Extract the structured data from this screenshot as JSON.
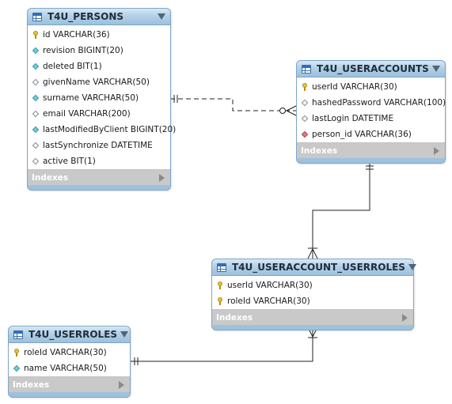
{
  "tables": {
    "persons": {
      "title": "T4U_PERSONS",
      "columns": [
        {
          "icon": "key-icon",
          "text": "id VARCHAR(36)"
        },
        {
          "icon": "cyan-diamond-icon",
          "text": "revision BIGINT(20)"
        },
        {
          "icon": "cyan-diamond-icon",
          "text": "deleted BIT(1)"
        },
        {
          "icon": "white-diamond-icon",
          "text": "givenName VARCHAR(50)"
        },
        {
          "icon": "cyan-diamond-icon",
          "text": "surname VARCHAR(50)"
        },
        {
          "icon": "white-diamond-icon",
          "text": "email VARCHAR(200)"
        },
        {
          "icon": "cyan-diamond-icon",
          "text": "lastModifiedByClient BIGINT(20)"
        },
        {
          "icon": "white-diamond-icon",
          "text": "lastSynchronize DATETIME"
        },
        {
          "icon": "white-diamond-icon",
          "text": "active BIT(1)"
        }
      ],
      "indexes_label": "Indexes"
    },
    "useraccounts": {
      "title": "T4U_USERACCOUNTS",
      "columns": [
        {
          "icon": "key-icon",
          "text": "userId VARCHAR(30)"
        },
        {
          "icon": "white-diamond-icon",
          "text": "hashedPassword VARCHAR(100)"
        },
        {
          "icon": "white-diamond-icon",
          "text": "lastLogin DATETIME"
        },
        {
          "icon": "red-diamond-icon",
          "text": "person_id VARCHAR(36)"
        }
      ],
      "indexes_label": "Indexes"
    },
    "useraccount_userroles": {
      "title": "T4U_USERACCOUNT_USERROLES",
      "columns": [
        {
          "icon": "key-icon",
          "text": "userId VARCHAR(30)"
        },
        {
          "icon": "key-icon",
          "text": "roleId VARCHAR(30)"
        }
      ],
      "indexes_label": "Indexes"
    },
    "userroles": {
      "title": "T4U_USERROLES",
      "columns": [
        {
          "icon": "key-icon",
          "text": "roleId VARCHAR(30)"
        },
        {
          "icon": "cyan-diamond-icon",
          "text": "name VARCHAR(50)"
        }
      ],
      "indexes_label": "Indexes"
    }
  },
  "relationships": [
    {
      "from": "T4U_PERSONS",
      "to": "T4U_USERACCOUNTS",
      "from_cardinality": "one",
      "to_cardinality": "zero-or-many",
      "style": "dashed"
    },
    {
      "from": "T4U_USERACCOUNTS",
      "to": "T4U_USERACCOUNT_USERROLES",
      "from_cardinality": "one",
      "to_cardinality": "one-or-many",
      "style": "solid"
    },
    {
      "from": "T4U_USERROLES",
      "to": "T4U_USERACCOUNT_USERROLES",
      "from_cardinality": "one",
      "to_cardinality": "one-or-many",
      "style": "solid"
    }
  ],
  "colors": {
    "header": "#9fc2dc",
    "border": "#7ea6c8",
    "indexes_bar": "#c9c9c9",
    "key": "#e8c13a",
    "nullable_diamond": "#6fcfd9",
    "foreign_key_diamond": "#e07a7a"
  }
}
